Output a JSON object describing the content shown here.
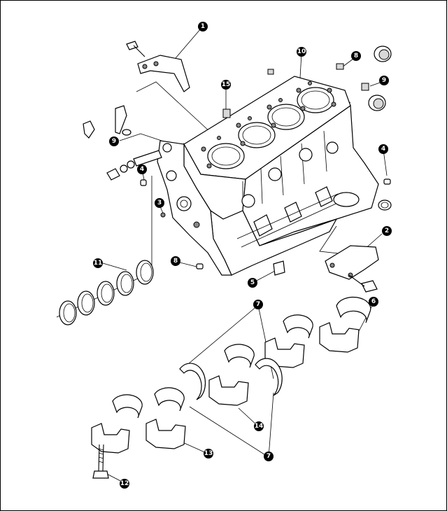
{
  "callouts": [
    {
      "id": "c1",
      "label": "1"
    },
    {
      "id": "c2",
      "label": "2"
    },
    {
      "id": "c3",
      "label": "3"
    },
    {
      "id": "c4a",
      "label": "4"
    },
    {
      "id": "c4b",
      "label": "4"
    },
    {
      "id": "c5",
      "label": "5"
    },
    {
      "id": "c6",
      "label": "6"
    },
    {
      "id": "c7a",
      "label": "7"
    },
    {
      "id": "c7b",
      "label": "7"
    },
    {
      "id": "c8a",
      "label": "8"
    },
    {
      "id": "c8b",
      "label": "8"
    },
    {
      "id": "c9a",
      "label": "9"
    },
    {
      "id": "c9b",
      "label": "9"
    },
    {
      "id": "c10",
      "label": "10"
    },
    {
      "id": "c11",
      "label": "11"
    },
    {
      "id": "c12",
      "label": "12"
    },
    {
      "id": "c13",
      "label": "13"
    },
    {
      "id": "c14",
      "label": "14"
    },
    {
      "id": "c15",
      "label": "15"
    }
  ]
}
